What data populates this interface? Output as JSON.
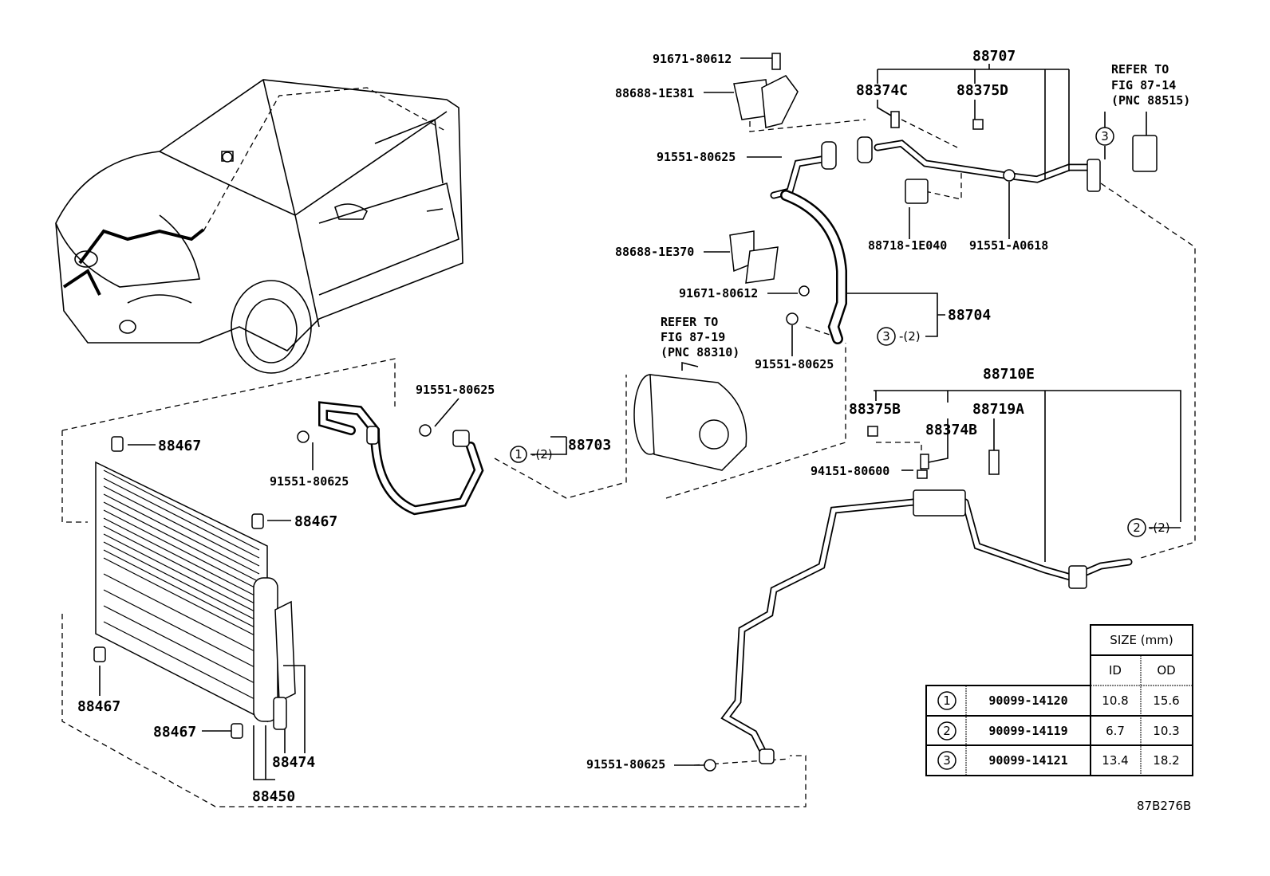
{
  "diagram_id": "87B276B",
  "callouts": {
    "bolt_top": "91671-80612",
    "bracket_top": "88688-1E381",
    "assy_suction": "88707",
    "valve_c": "88374C",
    "cap_d": "88375D",
    "refer_1": [
      "REFER TO",
      "FIG 87-14",
      "(PNC 88515)"
    ],
    "bolt_suction": "91551-80625",
    "clamp": "88718-1E040",
    "bolt_a0618": "91551-A0618",
    "bracket_mid": "88688-1E370",
    "bolt_mid": "91671-80612",
    "hose_88704": "88704",
    "oring_3_qty": "-(2)",
    "refer_2": [
      "REFER TO",
      "FIG 87-19",
      "(PNC 88310)"
    ],
    "bolt_compressor": "91551-80625",
    "assy_liquid": "88710E",
    "cap_b": "88375B",
    "switch": "88719A",
    "valve_b": "88374B",
    "sensor": "94151-80600",
    "bolt_discharge_top": "91551-80625",
    "hose_88703": "88703",
    "oring_1_qty": "-(2)",
    "bolt_discharge": "91551-80625",
    "cushion_1": "88467",
    "cushion_2": "88467",
    "cushion_3": "88467",
    "cushion_4": "88467",
    "dryer": "88474",
    "condenser": "88450",
    "oring_2_qty": "-(2)",
    "bolt_bottom": "91551-80625"
  },
  "circle_refs": {
    "one": "1",
    "two": "2",
    "three": "3"
  },
  "size_table": {
    "header": "SIZE (mm)",
    "col_id": "ID",
    "col_od": "OD",
    "rows": [
      {
        "ref": "1",
        "part": "90099-14120",
        "id": "10.8",
        "od": "15.6"
      },
      {
        "ref": "2",
        "part": "90099-14119",
        "id": "6.7",
        "od": "10.3"
      },
      {
        "ref": "3",
        "part": "90099-14121",
        "id": "13.4",
        "od": "18.2"
      }
    ]
  }
}
